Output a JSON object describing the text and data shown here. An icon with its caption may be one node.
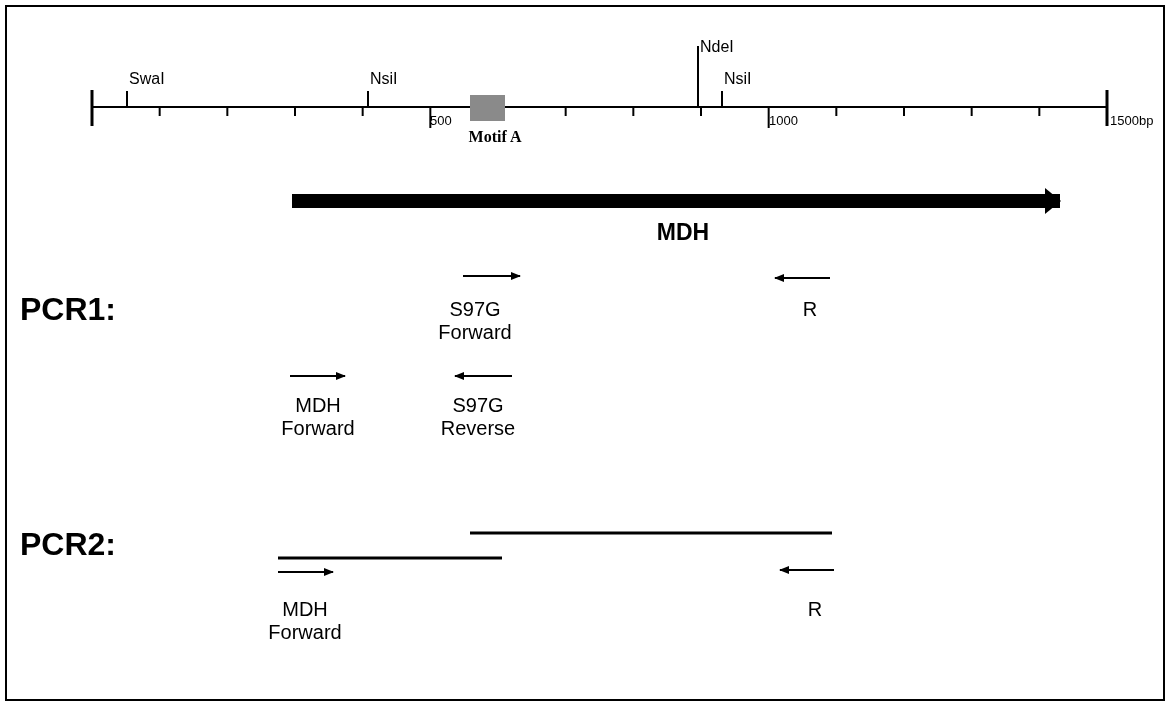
{
  "diagram": {
    "labels": [
      "NdeI",
      "SwaI",
      "NsiI",
      "NsiI",
      "500",
      "1000",
      "1500bp",
      "Motif A",
      "MDH",
      "PCR1:",
      "S97G Forward",
      "R",
      "MDH Forward",
      "S97G Reverse",
      "PCR2:",
      "MDH Forward",
      "R"
    ]
  }
}
